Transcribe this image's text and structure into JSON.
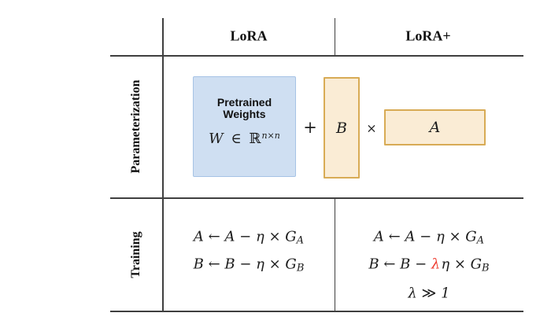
{
  "header": {
    "col1": "LoRA",
    "col2": "LoRA+"
  },
  "rows": {
    "row1_label": "Parameterization",
    "row2_label": "Training"
  },
  "diagram": {
    "pretrained_line1": "Pretrained",
    "pretrained_line2": "Weights",
    "w_var": "W",
    "element_of": "∈",
    "reals": "ℝ",
    "reals_sup": "n×n",
    "plus_sign": "+",
    "b_matrix_label": "B",
    "times_sign": "×",
    "a_matrix_label": "A"
  },
  "training": {
    "lora": {
      "eq1_main": "A ← A − η × G",
      "eq1_sub": "A",
      "eq2_main": "B ← B − η × G",
      "eq2_sub": "B"
    },
    "lora_plus": {
      "eq1_main": "A ← A − η × G",
      "eq1_sub": "A",
      "eq2_pre": "B ← B − ",
      "eq2_lambda": "λ",
      "eq2_mid": "η × G",
      "eq2_sub": "B",
      "eq3": "λ ≫ 1"
    }
  },
  "colors": {
    "pretrained_fill": "#cfdff2",
    "pretrained_border": "#a6c3e5",
    "matrix_fill": "#faecd5",
    "matrix_border": "#d8ab55",
    "lambda_red": "#ee3a2e",
    "table_line": "#3f3f3f"
  }
}
